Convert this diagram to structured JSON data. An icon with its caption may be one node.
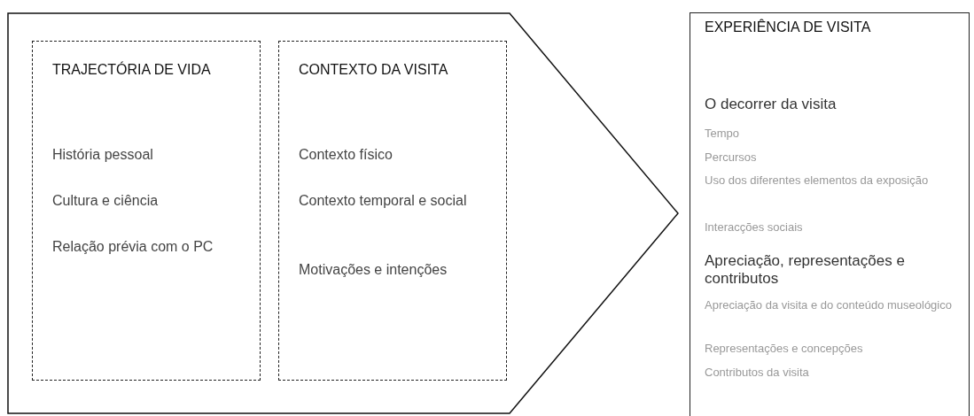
{
  "diagram": {
    "nodes": [
      {
        "text": [],
        "shape": "pentagon"
      },
      {
        "text": [
          "TRAJECTÓRIA DE VIDA",
          "História pessoal",
          "Cultura e ciência",
          "Relação prévia com o PC"
        ],
        "in": 0
      },
      {
        "text": [
          "CONTEXTO DA VISITA",
          "Contexto físico",
          "Contexto temporal e social",
          "Motivações e intenções"
        ],
        "in": 0
      },
      {
        "text": [
          "EXPERIÊNCIA DE VISITA",
          "O decorrer da visita",
          "Tempo",
          "Percursos",
          "Uso dos diferentes elementos da exposição",
          "Interacções sociais",
          "Apreciação, representações e contributos",
          "Apreciação da visita e do conteúdo museológico",
          "Representações e concepções",
          "Contributos da visita"
        ]
      }
    ],
    "edges": []
  }
}
